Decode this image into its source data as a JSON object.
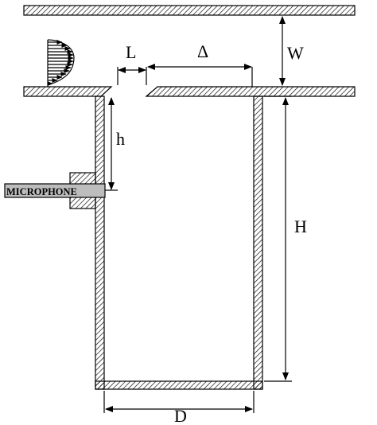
{
  "diagram": {
    "labels": {
      "L": "L",
      "delta": "Δ",
      "W": "W",
      "h": "h",
      "H": "H",
      "D": "D"
    },
    "microphone_label": "MICROPHONE"
  },
  "colors": {
    "line": "#000000",
    "background": "#ffffff",
    "microphone_body": "#bdbdbd"
  },
  "icons": {
    "flow_profile": "velocity-profile-icon",
    "hatching": "hatched-wall-pattern"
  }
}
